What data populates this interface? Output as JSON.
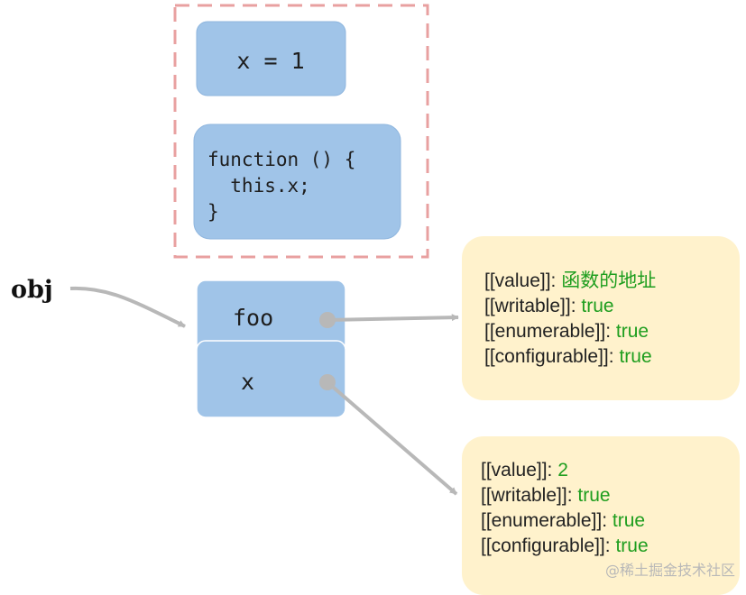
{
  "diagram": {
    "prototype_group": {
      "value_box": {
        "text": "x = 1"
      },
      "function_box": {
        "lines": [
          "function () {",
          "  this.x;",
          "}"
        ]
      }
    },
    "obj_label": "obj",
    "object_box": {
      "slots": [
        {
          "key": "foo"
        },
        {
          "key": "x"
        }
      ]
    },
    "descriptors": [
      {
        "for": "foo",
        "rows": [
          {
            "attr": "[[value]]",
            "sep": ": ",
            "value": "函数的地址"
          },
          {
            "attr": "[[writable]]",
            "sep": ": ",
            "value": "true"
          },
          {
            "attr": "[[enumerable]]",
            "sep": ": ",
            "value": "true"
          },
          {
            "attr": "[[configurable]]",
            "sep": ": ",
            "value": "true"
          }
        ]
      },
      {
        "for": "x",
        "rows": [
          {
            "attr": "[[value]]",
            "sep": ": ",
            "value": "2"
          },
          {
            "attr": "[[writable]]",
            "sep": ": ",
            "value": "true"
          },
          {
            "attr": "[[enumerable]]",
            "sep": ": ",
            "value": "true"
          },
          {
            "attr": "[[configurable]]",
            "sep": ": ",
            "value": "true"
          }
        ]
      }
    ],
    "watermark": "@稀土掘金技术社区",
    "colors": {
      "box_fill": "#a0c4e8",
      "box_stroke": "#8fb6de",
      "dashed_border": "#e8a0a0",
      "descriptor_fill": "#fff2cc",
      "arrow": "#b8b8b8",
      "value_text": "#1f9e1f"
    }
  }
}
